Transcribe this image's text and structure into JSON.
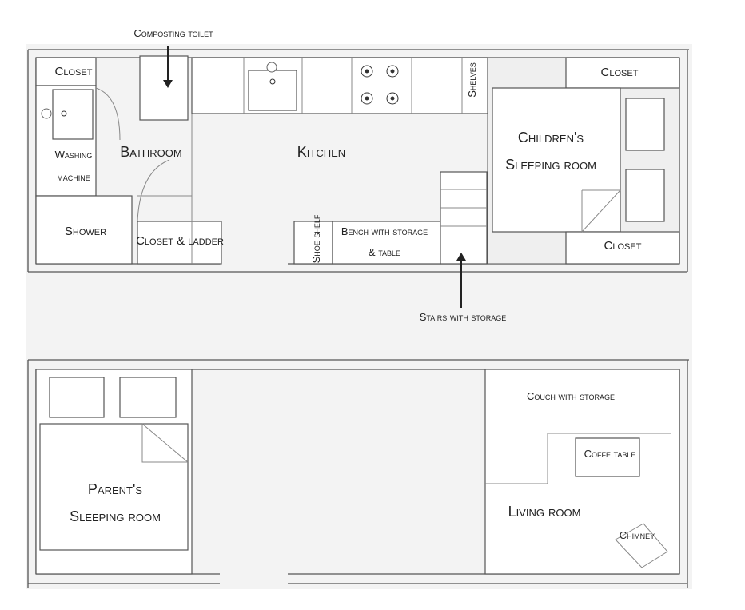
{
  "labels": {
    "composting_toilet": "Composting toilet",
    "closet_top_left": "Closet",
    "washing_machine_1": "Washing",
    "washing_machine_2": "machine",
    "bathroom": "Bathroom",
    "kitchen": "Kitchen",
    "shelves": "Shelves",
    "children_1": "Children's",
    "children_2": "Sleeping room",
    "closet_top_right": "Closet",
    "closet_right_lower": "Closet",
    "shower": "Shower",
    "closet_ladder": "Closet & ladder",
    "shoe_shelf": "Shoe shelf",
    "bench_1": "Bench with storage",
    "bench_2": "& table",
    "stairs": "Stairs with storage",
    "couch": "Couch with storage",
    "coffee_table": "Coffe table",
    "parents_1": "Parent's",
    "parents_2": "Sleeping room",
    "living_room": "Living room",
    "chimney": "Chimney"
  }
}
